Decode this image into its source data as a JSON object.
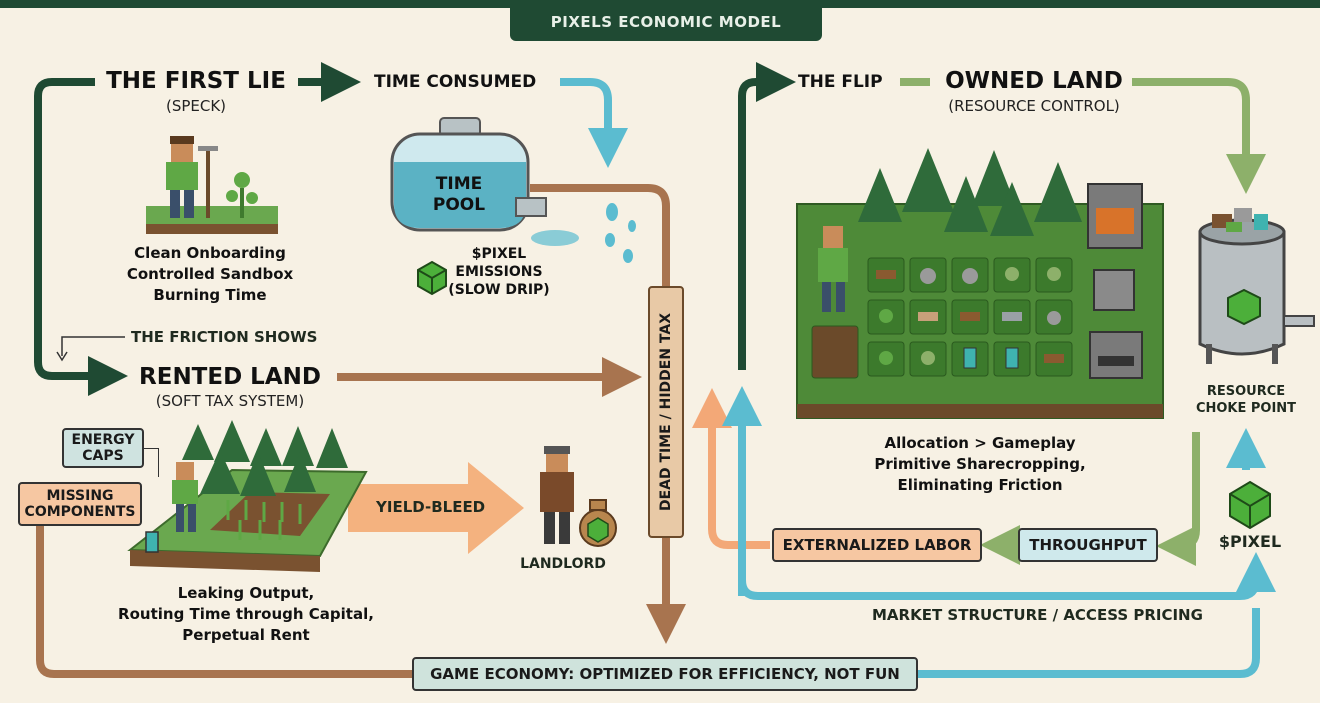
{
  "header": {
    "title": "PIXELS ECONOMIC MODEL"
  },
  "first_lie": {
    "title": "THE FIRST LIE",
    "subtitle": "(SPECK)",
    "caption": [
      "Clean Onboarding",
      "Controlled Sandbox",
      "Burning Time"
    ]
  },
  "time_consumed": {
    "label": "TIME CONSUMED"
  },
  "time_pool": {
    "label_line1": "TIME",
    "label_line2": "POOL",
    "caption": [
      "$PIXEL",
      "EMISSIONS",
      "(SLOW DRIP)"
    ]
  },
  "friction": {
    "label": "THE FRICTION SHOWS"
  },
  "rented_land": {
    "title": "RENTED LAND",
    "subtitle": "(SOFT TAX SYSTEM)",
    "caption": [
      "Leaking Output,",
      "Routing Time through Capital,",
      "Perpetual Rent"
    ]
  },
  "tags": {
    "energy_caps": [
      "ENERGY",
      "CAPS"
    ],
    "missing_components": [
      "MISSING",
      "COMPONENTS"
    ]
  },
  "yield_bleed": {
    "label": "YIELD-BLEED"
  },
  "landlord": {
    "label": "LANDLORD"
  },
  "dead_time": {
    "label": "DEAD TIME / HIDDEN TAX"
  },
  "flip": {
    "label": "THE FLIP"
  },
  "owned_land": {
    "title": "OWNED LAND",
    "subtitle": "(RESOURCE CONTROL)",
    "caption": [
      "Allocation > Gameplay",
      "Primitive Sharecropping,",
      "Eliminating Friction"
    ]
  },
  "choke_point": {
    "label": [
      "RESOURCE",
      "CHOKE POINT"
    ]
  },
  "pixel_token": {
    "label": "$PIXEL"
  },
  "throughput": {
    "label": "THROUGHPUT"
  },
  "externalized_labor": {
    "label": "EXTERNALIZED LABOR"
  },
  "market_structure": {
    "label": "MARKET STRUCTURE / ACCESS PRICING"
  },
  "game_economy": {
    "label": "GAME ECONOMY: OPTIMIZED FOR EFFICIENCY, NOT FUN"
  },
  "colors": {
    "dark_green": "#1f4a33",
    "brown": "#a8744f",
    "cyan": "#5bbcd0",
    "orange": "#f3a877",
    "light_green": "#8db06a"
  }
}
